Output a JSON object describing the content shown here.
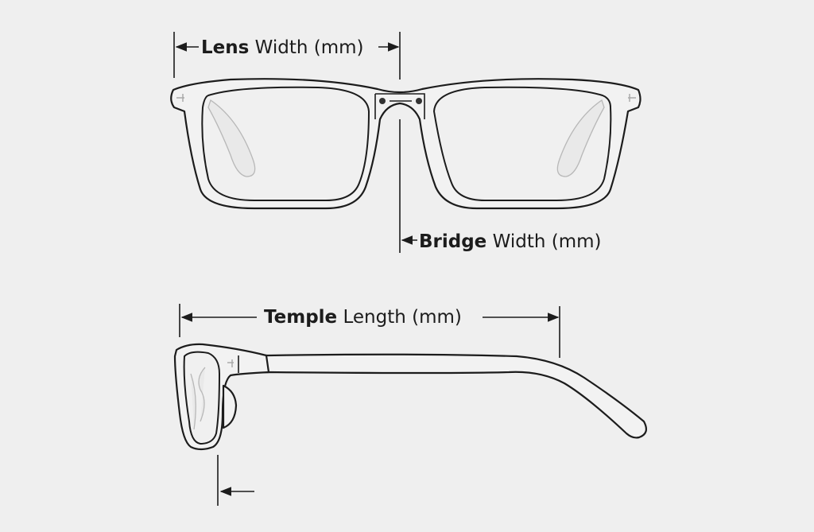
{
  "labels": {
    "lens": {
      "bold": "Lens",
      "rest": " Width (mm)"
    },
    "bridge": {
      "bold": "Bridge",
      "rest": " Width (mm)"
    },
    "temple": {
      "bold": "Temple",
      "rest": " Length (mm)"
    }
  },
  "colors": {
    "background": "#efefef",
    "line": "#1c1c1c"
  }
}
